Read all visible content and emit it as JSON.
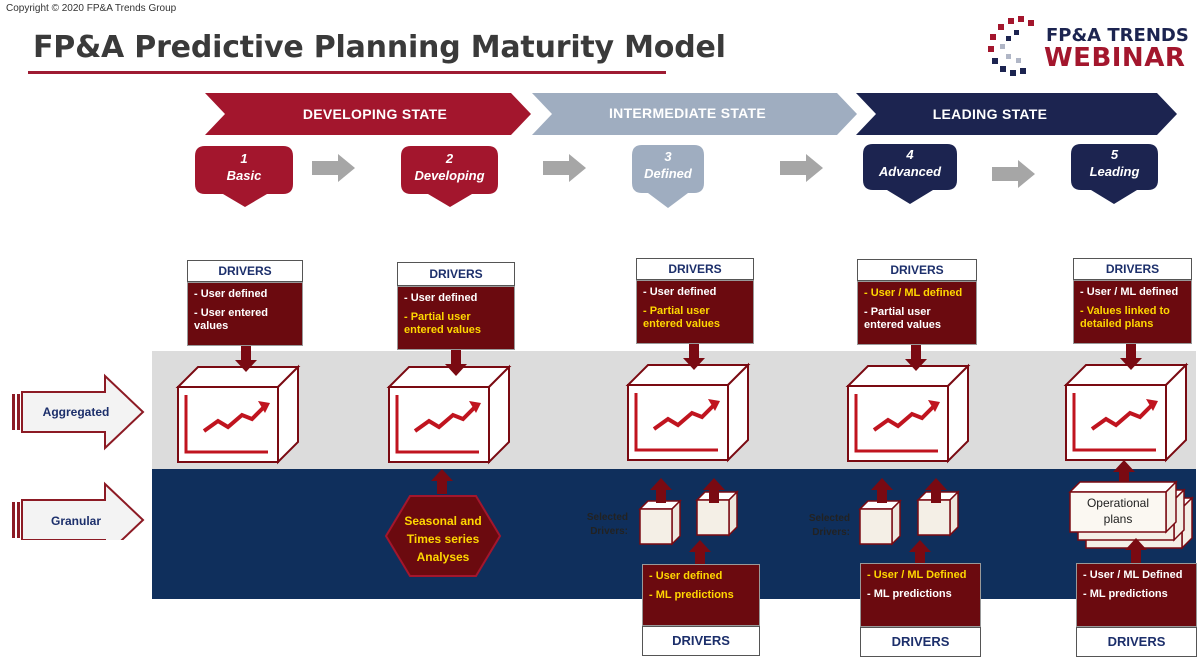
{
  "copyright": "Copyright © 2020 FP&A Trends Group",
  "title": "FP&A Predictive Planning Maturity Model",
  "logo": {
    "brand": "FP&A TRENDS",
    "sub": "WEBINAR"
  },
  "colors": {
    "developing": "#a3162d",
    "intermediate": "#9fadc0",
    "leading": "#1c2450",
    "driver_box": "#6b0a0f",
    "granular_band": "#0f2f5c"
  },
  "states": [
    {
      "label": "DEVELOPING STATE"
    },
    {
      "label": "INTERMEDIATE STATE"
    },
    {
      "label": "LEADING STATE"
    }
  ],
  "steps": [
    {
      "num": "1",
      "name": "Basic"
    },
    {
      "num": "2",
      "name": "Developing"
    },
    {
      "num": "3",
      "name": "Defined"
    },
    {
      "num": "4",
      "name": "Advanced"
    },
    {
      "num": "5",
      "name": "Leading"
    }
  ],
  "rows": {
    "aggregated": "Aggregated",
    "granular": "Granular"
  },
  "drivers_top": [
    {
      "header": "DRIVERS",
      "lines": [
        "- User defined",
        "- User entered values"
      ]
    },
    {
      "header": "DRIVERS",
      "lines": [
        "- User defined",
        "- Partial user entered values"
      ]
    },
    {
      "header": "DRIVERS",
      "lines": [
        "- User defined",
        "- Partial user entered values"
      ]
    },
    {
      "header": "DRIVERS",
      "lines": [
        "- User / ML defined",
        "- Partial user entered values"
      ]
    },
    {
      "header": "DRIVERS",
      "lines": [
        "- User / ML defined",
        "- Values linked to detailed plans"
      ]
    }
  ],
  "seasonal": "Seasonal and Times series Analyses",
  "selected_drivers": "Selected Drivers:",
  "operational_plans": "Operational plans",
  "drivers_bottom": [
    {
      "header": "DRIVERS",
      "lines": [
        "- User defined",
        "- ML predictions"
      ]
    },
    {
      "header": "DRIVERS",
      "lines": [
        "- User / ML Defined",
        "- ML predictions"
      ]
    },
    {
      "header": "DRIVERS",
      "lines": [
        "- User / ML Defined",
        "- ML predictions"
      ]
    }
  ]
}
